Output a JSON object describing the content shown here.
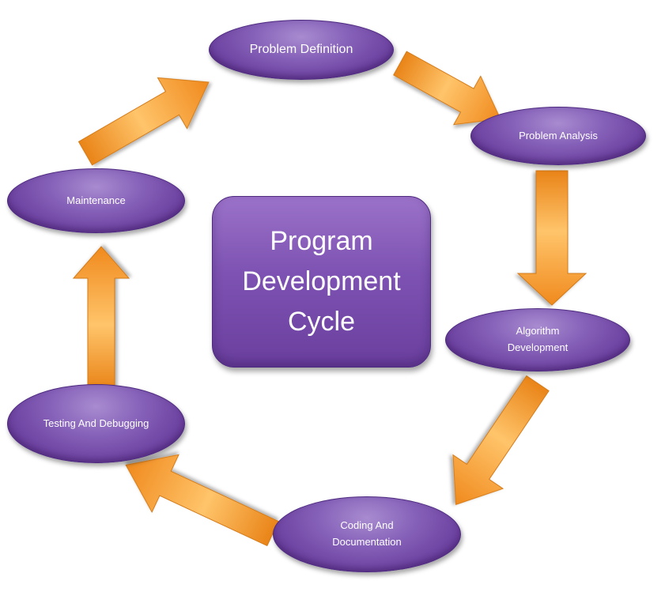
{
  "center": {
    "line1": "Program",
    "line2": "Development",
    "line3": "Cycle"
  },
  "nodes": {
    "problem_definition": "Problem Definition",
    "problem_analysis": "Problem Analysis",
    "algorithm_development": [
      "Algorithm",
      "Development"
    ],
    "coding_and_documentation": [
      "Coding And",
      "Documentation"
    ],
    "testing_and_debugging": "Testing And Debugging",
    "maintenance": "Maintenance"
  },
  "colors": {
    "node_purple": "#7d52b2",
    "arrow_orange": "#f7a23c"
  }
}
